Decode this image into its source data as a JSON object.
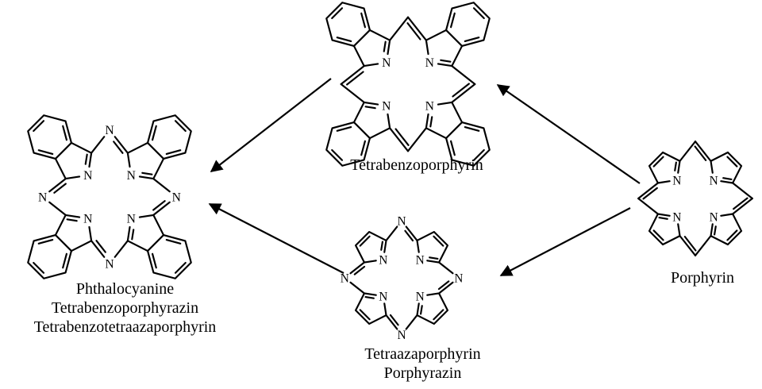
{
  "labels": {
    "nitrogen": "N"
  },
  "molecules": {
    "tetrabenzoporphyrin": {
      "name": "Tetrabenzoporphyrin"
    },
    "phthalocyanine": {
      "names": [
        "Phthalocyanine",
        "Tetrabenzoporphyrazin",
        "Tetrabenzotetraazaporphyrin"
      ]
    },
    "tetraazaporphyrin": {
      "names": [
        "Tetraazaporphyrin",
        "Porphyrazin"
      ]
    },
    "porphyrin": {
      "name": "Porphyrin"
    }
  },
  "relationships": [
    {
      "from": "Porphyrin",
      "to": "Tetrabenzoporphyrin"
    },
    {
      "from": "Porphyrin",
      "to": "Tetraazaporphyrin"
    },
    {
      "from": "Tetrabenzoporphyrin",
      "to": "Phthalocyanine"
    },
    {
      "from": "Tetraazaporphyrin",
      "to": "Phthalocyanine"
    }
  ],
  "colors": {
    "ink": "#000000",
    "background": "#ffffff"
  }
}
